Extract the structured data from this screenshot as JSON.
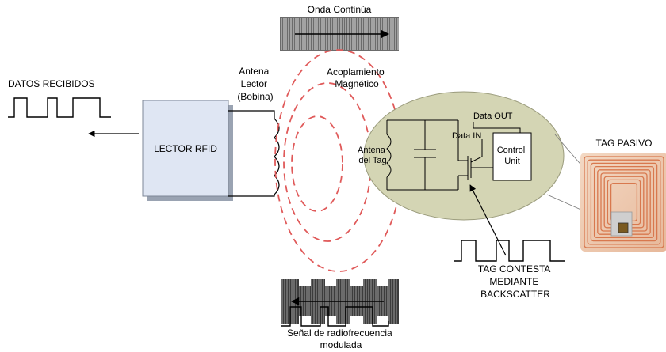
{
  "labels": {
    "onda_continua": "Onda Continúa",
    "datos_recibidos": "DATOS RECIBIDOS",
    "antena_lector": [
      "Antena",
      "Lector",
      "(Bobina)"
    ],
    "acoplamiento": [
      "Acoplamiento",
      "Magnético"
    ],
    "lector_rfid": "LECTOR RFID",
    "antena_tag": [
      "Antena",
      "del Tag"
    ],
    "data_out": "Data OUT",
    "data_in": "Data IN",
    "control_unit": [
      "Control",
      "Unit"
    ],
    "tag_pasivo": "TAG PASIVO",
    "tag_contesta": [
      "TAG CONTESTA",
      "MEDIANTE",
      "BACKSCATTER"
    ],
    "senal": [
      "Señal de radiofrecuencia",
      "modulada"
    ]
  },
  "colors": {
    "reader_fill": "#dfe6f3",
    "ellipse_fill": "#d4d5b4",
    "coupling_dash": "#e05a5a",
    "wave_dark": "#3c3c3c",
    "copper": "#d8784e"
  }
}
